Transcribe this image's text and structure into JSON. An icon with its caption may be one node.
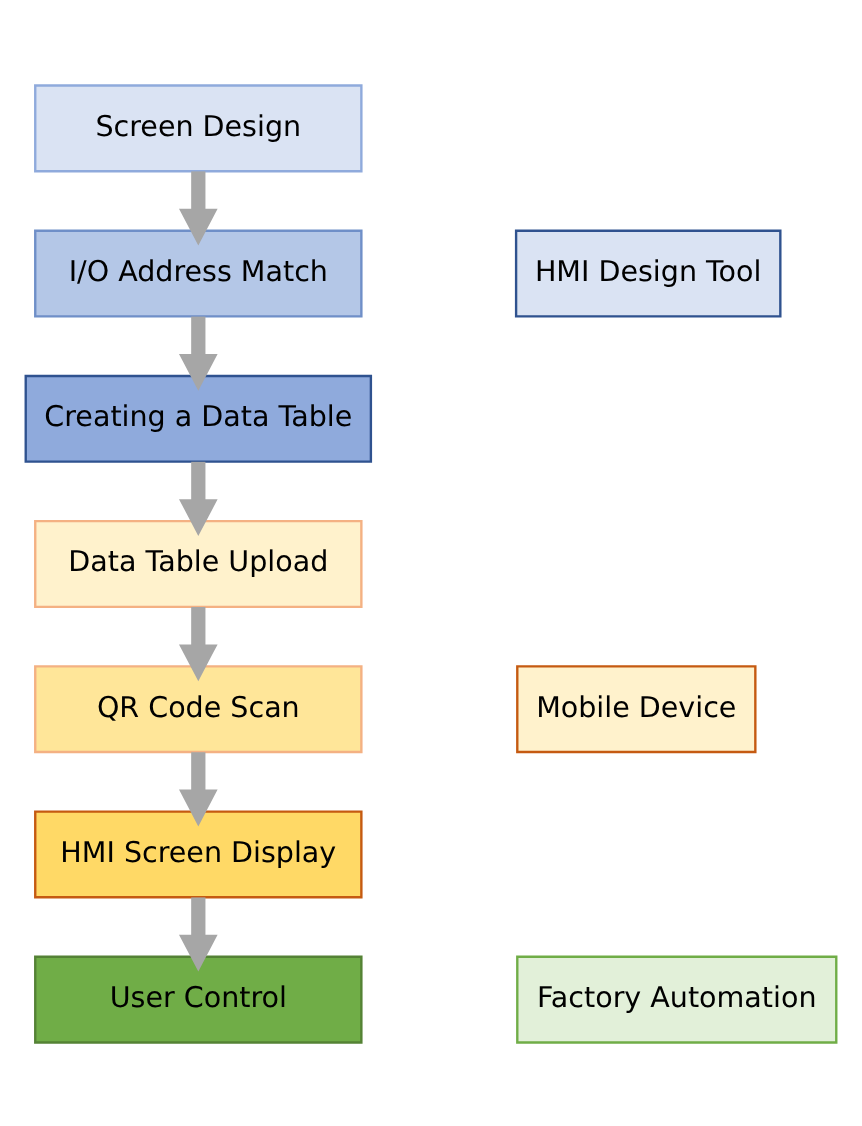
{
  "diagram": {
    "nodes": [
      {
        "text": [
          "Screen Design"
        ]
      },
      {
        "text": [
          "I/O Address Match"
        ]
      },
      {
        "text": [
          "Creating a Data Table"
        ]
      },
      {
        "text": [
          "Data Table Upload"
        ]
      },
      {
        "text": [
          "QR Code Scan"
        ]
      },
      {
        "text": [
          "HMI Screen Display"
        ]
      },
      {
        "text": [
          "User Control"
        ]
      },
      {
        "text": [
          "HMI Design Tool"
        ]
      },
      {
        "text": [
          "Mobile Device"
        ]
      },
      {
        "text": [
          "Factory Automation"
        ]
      }
    ],
    "edges": [
      {
        "from": 0,
        "to": 1,
        "arrow": "to"
      },
      {
        "from": 1,
        "to": 2,
        "arrow": "to"
      },
      {
        "from": 2,
        "to": 3,
        "arrow": "to"
      },
      {
        "from": 3,
        "to": 4,
        "arrow": "to"
      },
      {
        "from": 4,
        "to": 5,
        "arrow": "to"
      },
      {
        "from": 5,
        "to": 6,
        "arrow": "to"
      }
    ]
  }
}
